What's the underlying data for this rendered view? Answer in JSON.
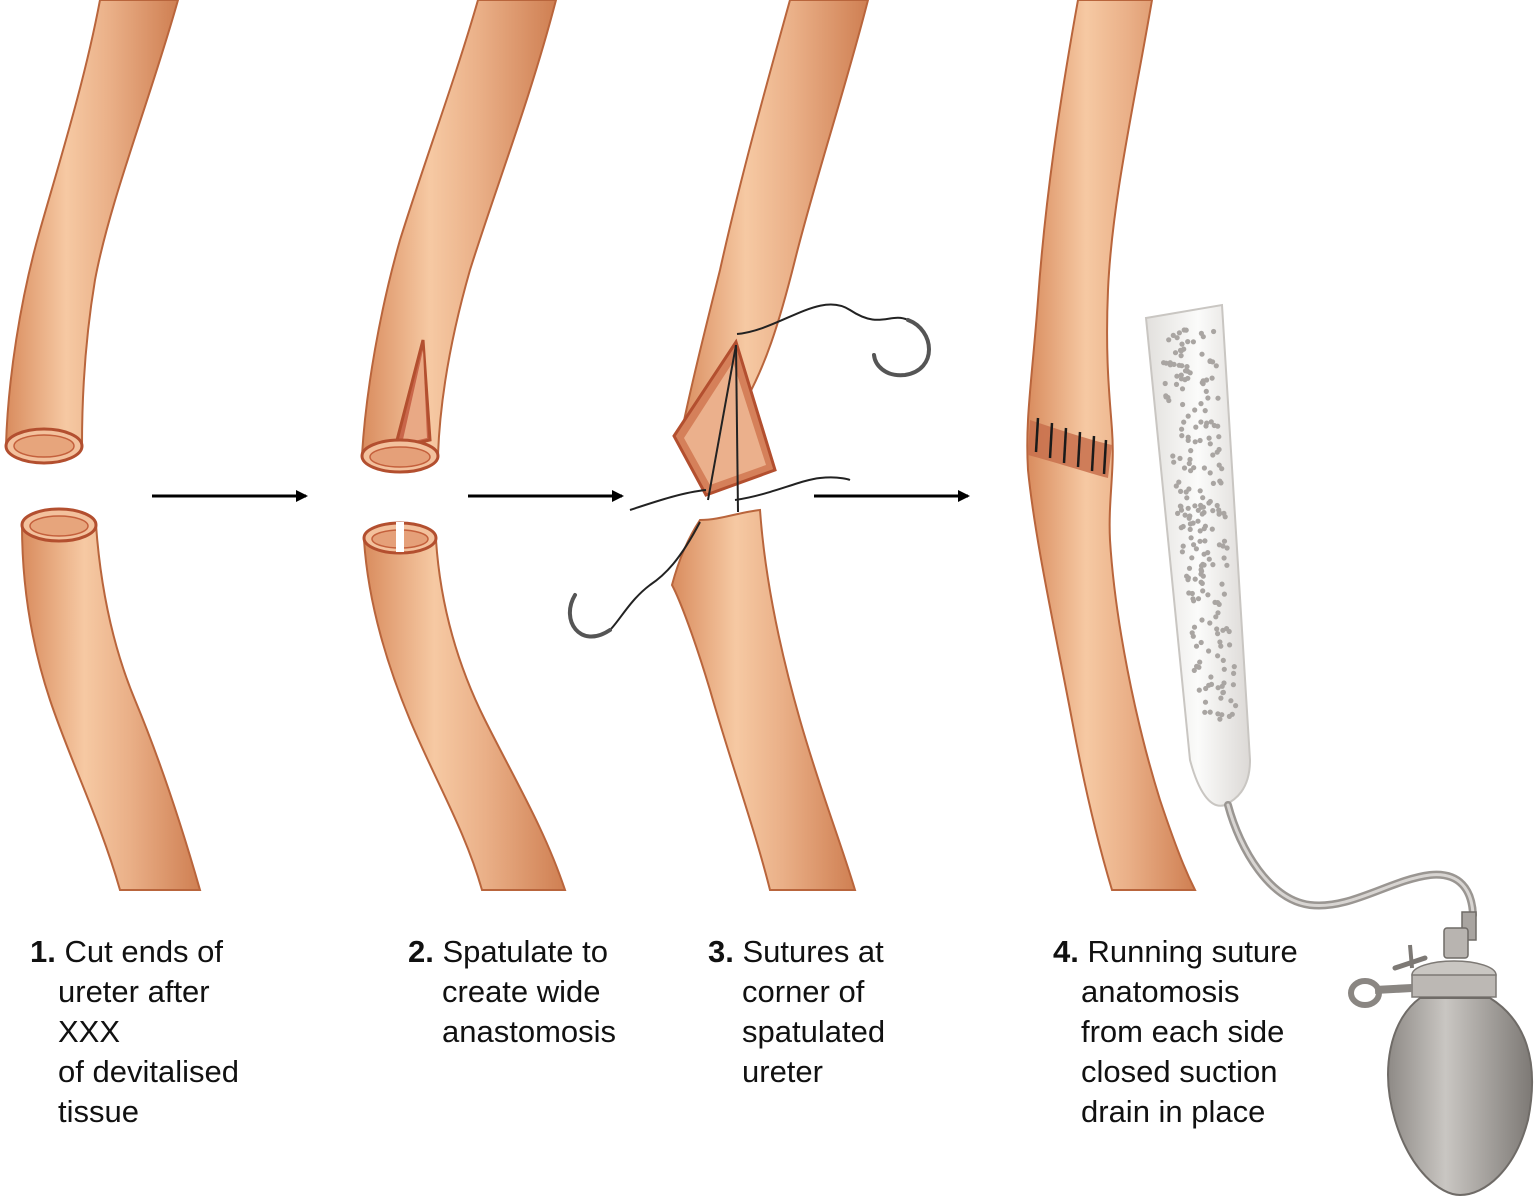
{
  "colors": {
    "ureter_fill": "#e8a87a",
    "ureter_dark": "#c8774a",
    "ureter_edge": "#b15a33",
    "lumen_inner": "#c04a2e",
    "suture": "#222222",
    "needle": "#555555",
    "drain_fill": "#f1f1f0",
    "drain_dots": "#a9a5a2",
    "bulb": "#9d9995",
    "arrow": "#000000"
  },
  "icons": [
    "arrow-right-icon",
    "surgical-needle-icon",
    "suction-bulb-icon"
  ],
  "steps": [
    {
      "number": "1.",
      "lines": [
        "Cut ends of",
        "ureter after",
        "XXX",
        "of devitalised",
        "tissue"
      ]
    },
    {
      "number": "2.",
      "lines": [
        "Spatulate to",
        "create wide",
        "anastomosis"
      ]
    },
    {
      "number": "3.",
      "lines": [
        "Sutures at",
        "corner of",
        "spatulated",
        "ureter"
      ]
    },
    {
      "number": "4.",
      "lines": [
        "Running suture",
        "anatomosis",
        "from each side",
        "closed suction",
        "drain in place"
      ]
    }
  ]
}
